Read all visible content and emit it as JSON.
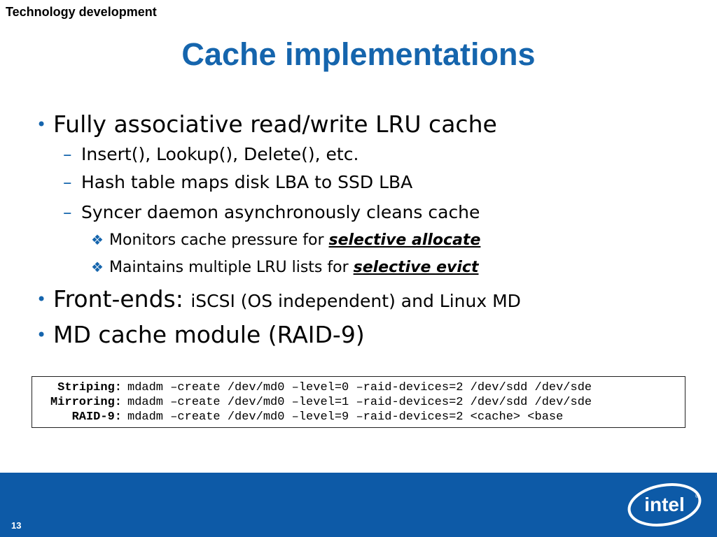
{
  "header": {
    "section": "Technology development",
    "title": "Cache implementations"
  },
  "bullets": [
    {
      "text": "Fully associative read/write LRU cache",
      "subs": [
        "Insert(), Lookup(), Delete(), etc.",
        "Hash table maps disk LBA to SSD LBA",
        "Syncer daemon asynchronously cleans cache"
      ],
      "subsubs": [
        {
          "prefix": "Monitors cache pressure for ",
          "emphasis": "selective allocate"
        },
        {
          "prefix": "Maintains multiple LRU lists for ",
          "emphasis": "selective evict"
        }
      ]
    },
    {
      "text": "Front-ends: ",
      "text_small": "iSCSI (OS independent) and Linux MD"
    },
    {
      "text": "MD cache module (RAID-9)"
    }
  ],
  "commands": [
    {
      "label": "Striping:",
      "cmd": "mdadm –create /dev/md0 –level=0 –raid-devices=2 /dev/sdd /dev/sde"
    },
    {
      "label": "Mirroring:",
      "cmd": "mdadm –create /dev/md0 –level=1 –raid-devices=2 /dev/sdd /dev/sde"
    },
    {
      "label": "RAID-9:",
      "cmd": "mdadm –create /dev/md0 –level=9 –raid-devices=2 <cache> <base"
    }
  ],
  "footer": {
    "page_number": "13",
    "logo_text": "intel"
  },
  "colors": {
    "accent": "#1565ad",
    "footer_bg": "#0d5aa7"
  }
}
